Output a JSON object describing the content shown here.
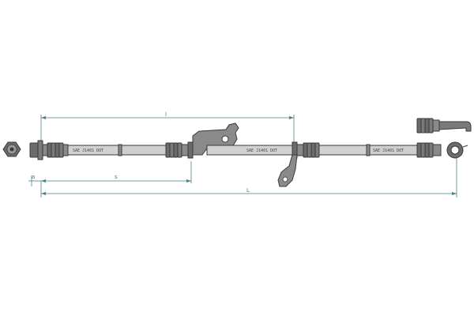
{
  "colors": {
    "dimension": "#4a7f86",
    "outline": "#3a3a3a",
    "fitting_dark": "#6b6b6b",
    "fitting_mid": "#9a9a9a",
    "hose": "#d2d2d2",
    "bracket": "#8a8a8a",
    "background": "#ffffff"
  },
  "dimensions": {
    "l_upper": "l",
    "l_short": "s",
    "l_total": "L",
    "offset": "a"
  },
  "hose_markings": {
    "segment1": "SAE J1401 DOT",
    "segment2": "SAE J1401 DOT",
    "segment3": "SAE J1401 DOT"
  }
}
